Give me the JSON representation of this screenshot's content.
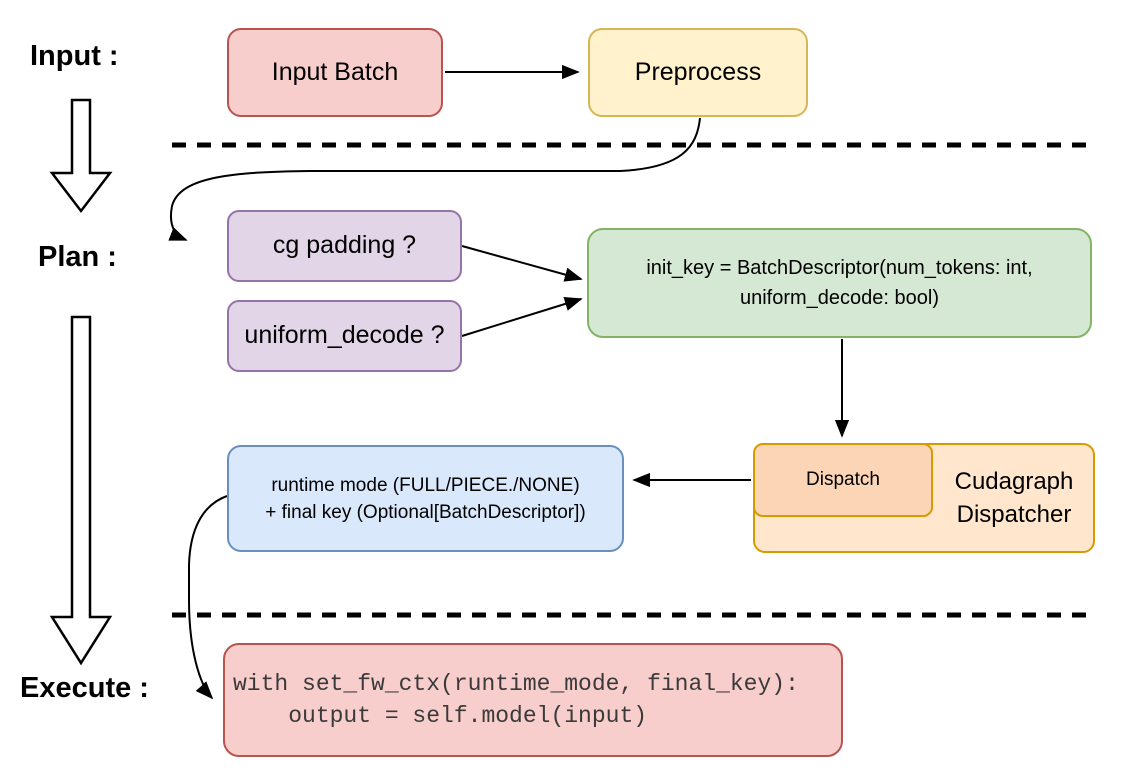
{
  "stage_labels": {
    "input": "Input :",
    "plan": "Plan :",
    "execute": "Execute :"
  },
  "nodes": {
    "input_batch": {
      "label": "Input Batch"
    },
    "preprocess": {
      "label": "Preprocess"
    },
    "cg_padding": {
      "label": "cg padding ?"
    },
    "uniform_decode": {
      "label": "uniform_decode ?"
    },
    "init_key": {
      "line1": "init_key = BatchDescriptor(num_tokens: int,",
      "line2": "uniform_decode: bool)"
    },
    "dispatch": {
      "label": "Dispatch"
    },
    "cudagraph_dispatcher": {
      "line1": "Cudagraph",
      "line2": "Dispatcher"
    },
    "runtime_result": {
      "line1": "runtime mode (FULL/PIECE./NONE)",
      "line2": "+ final key (Optional[BatchDescriptor])"
    },
    "execute_code": {
      "line1": "with set_fw_ctx(runtime_mode, final_key):",
      "line2": "    output = self.model(input)"
    }
  },
  "colors": {
    "red_fill": "#F8CECC",
    "red_stroke": "#B85450",
    "yellow_fill": "#FFF2CC",
    "yellow_stroke": "#D6B656",
    "purple_fill": "#E1D5E7",
    "purple_stroke": "#9673A6",
    "green_fill": "#D5E8D4",
    "green_stroke": "#82B366",
    "blue_fill": "#DAE8FC",
    "blue_stroke": "#6C8EBF",
    "orange_outer_fill": "#FFE6CC",
    "orange_inner_fill": "#FBD5B5",
    "orange_stroke": "#D79B00",
    "line_color": "#000000",
    "code_text": "#3A3A3A",
    "label_text": "#000000"
  }
}
